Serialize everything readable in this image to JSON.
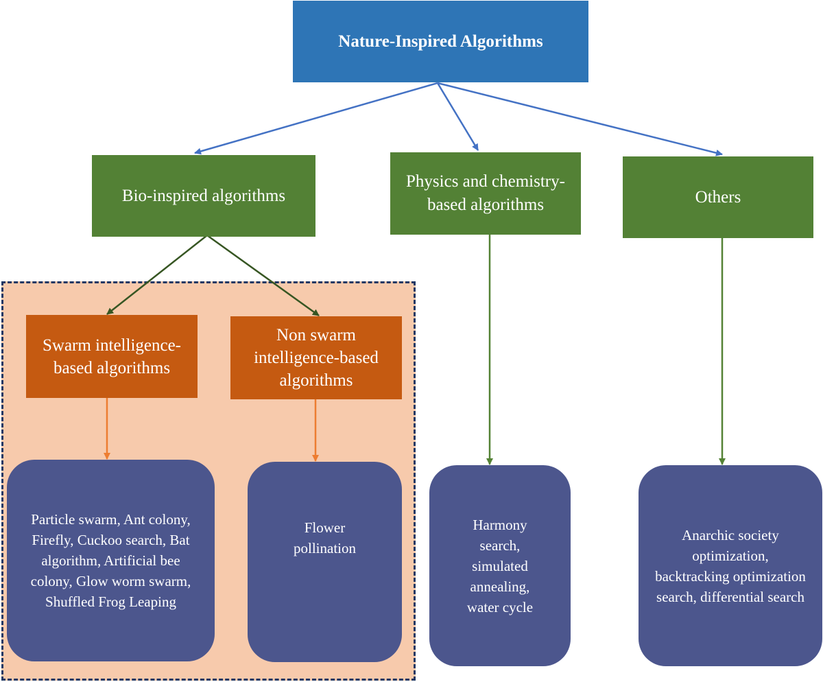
{
  "root": {
    "label": "Nature-Inspired Algorithms"
  },
  "categories": {
    "bio": {
      "label": "Bio-inspired algorithms"
    },
    "physics": {
      "label": "Physics and chemistry-based algorithms"
    },
    "others": {
      "label": "Others"
    }
  },
  "subcategories": {
    "swarm": {
      "label": "Swarm intelligence-based algorithms"
    },
    "non_swarm": {
      "label": "Non swarm intelligence-based algorithms"
    }
  },
  "leaves": {
    "swarm": {
      "text": "Particle swarm, Ant colony, Firefly, Cuckoo search, Bat algorithm, Artificial bee colony, Glow worm swarm, Shuffled Frog Leaping"
    },
    "non_swarm": {
      "text": "Flower pollination"
    },
    "physics": {
      "text": "Harmony search, simulated annealing, water cycle"
    },
    "others": {
      "text": "Anarchic society optimization, backtracking optimization search, differential search"
    }
  },
  "colors": {
    "root": "#2e75b6",
    "category": "#538135",
    "subcategory": "#c55a11",
    "leaf": "#4c568d",
    "group_background": "#f7caac",
    "group_border": "#1f3864",
    "arrow_blue": "#4472c4",
    "arrow_dark_green": "#375623",
    "arrow_green": "#548235",
    "arrow_orange": "#ed7d31"
  }
}
